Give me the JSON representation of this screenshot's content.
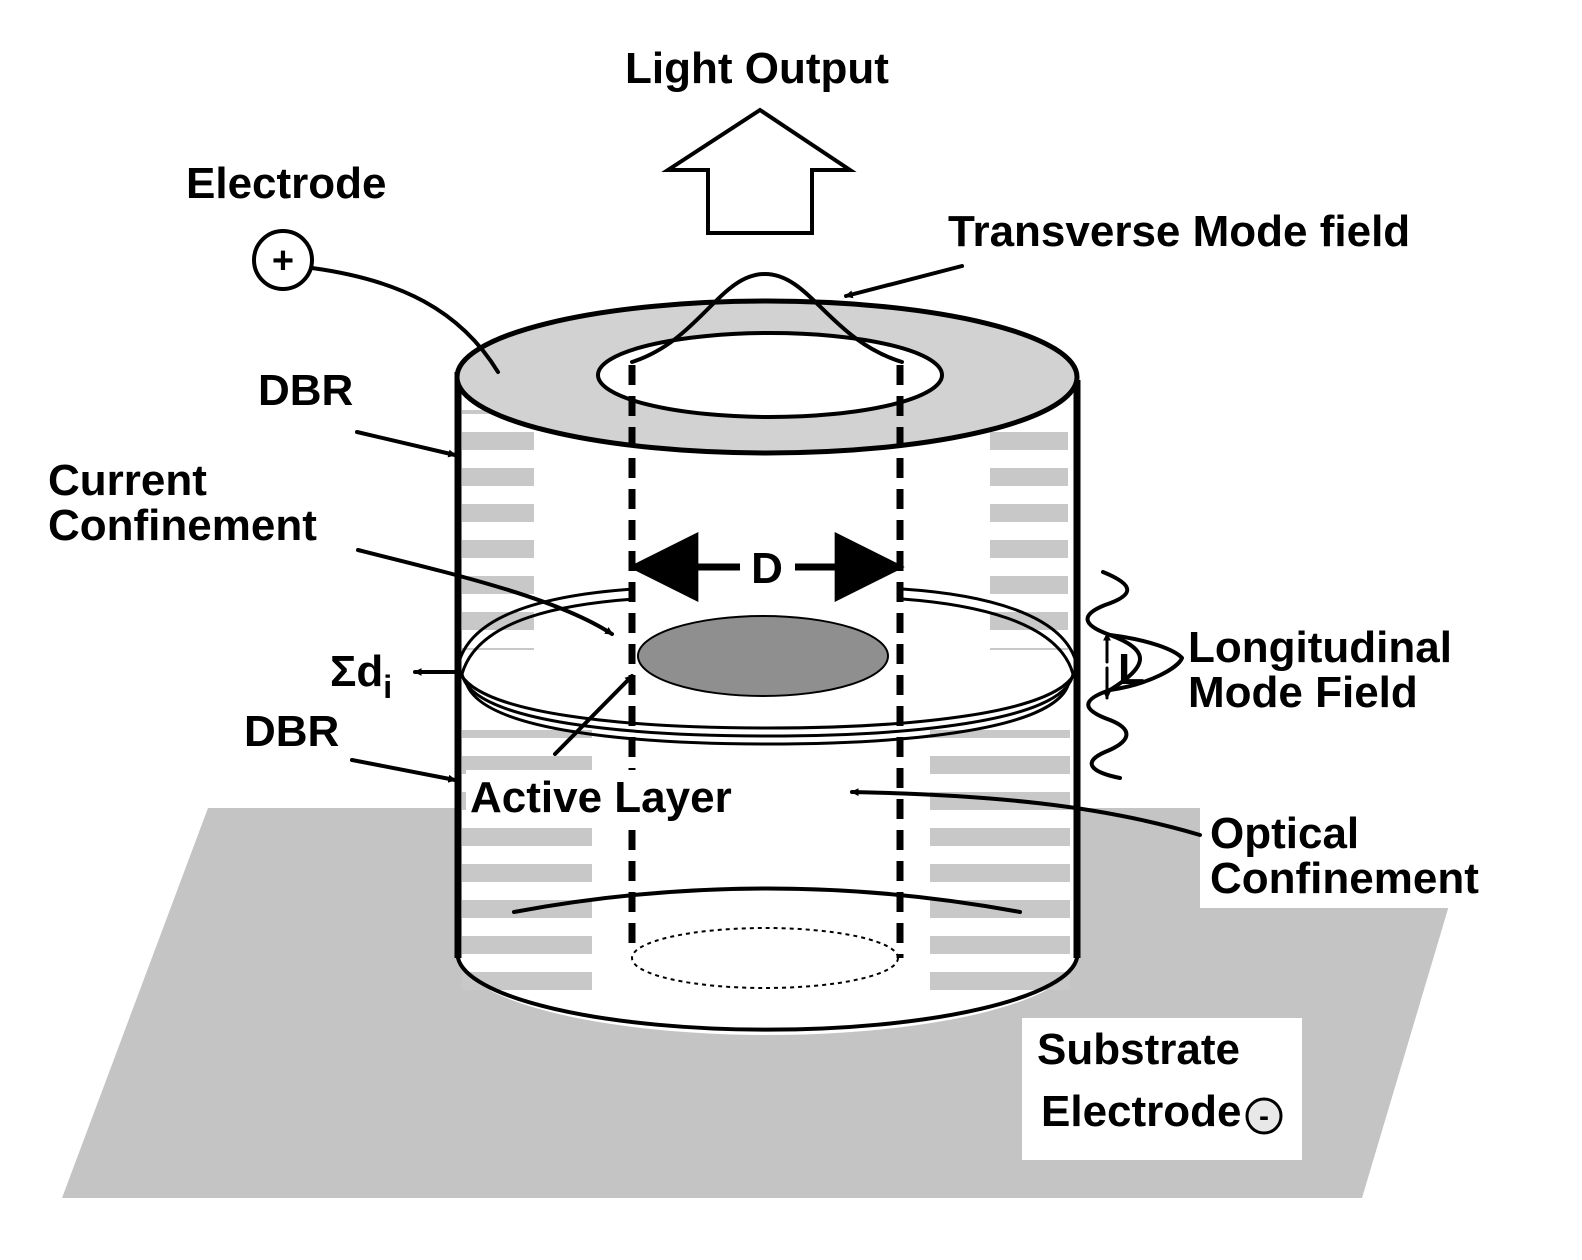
{
  "labels": {
    "light_output": "Light Output",
    "electrode": "Electrode",
    "plus_symbol": "+",
    "transverse_mode_field": "Transverse Mode field",
    "dbr_top": "DBR",
    "current_confinement_line1": "Current",
    "current_confinement_line2": "Confinement",
    "diameter": "D",
    "sum_d": "Σd",
    "sum_d_subscript": "i",
    "longitudinal_line1": "Longitudinal",
    "longitudinal_line2": "Mode Field",
    "length": "L",
    "dbr_bottom": "DBR",
    "active_layer": "Active Layer",
    "optical_confinement_line1": "Optical",
    "optical_confinement_line2": "Confinement",
    "substrate_line1": "Substrate",
    "substrate_line2": "Electrode",
    "minus_symbol": "-"
  },
  "colors": {
    "ink": "#000000",
    "substrate_fill": "#c4c4c4",
    "top_face_fill": "#d2d2d2",
    "dbr_stripe": "#c8c8c8",
    "active_disk": "#8f8f8f",
    "background": "#ffffff"
  }
}
